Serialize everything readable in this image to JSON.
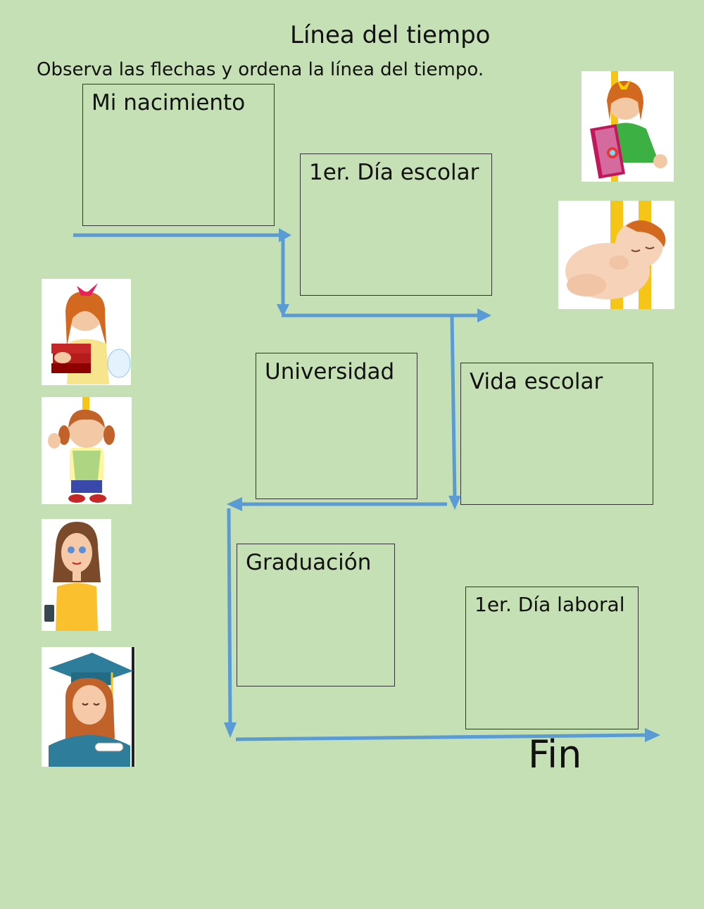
{
  "title": "Línea del tiempo",
  "instruction": "Observa las flechas y ordena la línea del tiempo.",
  "boxes": [
    {
      "label": "Mi nacimiento"
    },
    {
      "label": "1er. Día escolar"
    },
    {
      "label": "Universidad"
    },
    {
      "label": "Vida escolar"
    },
    {
      "label": "Graduación"
    },
    {
      "label": "1er. Día laboral"
    }
  ],
  "end_label": "Fin",
  "colors": {
    "background": "#c5e0b4",
    "arrow": "#5b9bd5",
    "box_border": "#333333"
  },
  "pictures": [
    {
      "name": "girl-reading-book"
    },
    {
      "name": "baby"
    },
    {
      "name": "girl-holding-books"
    },
    {
      "name": "toddler-girl-waving"
    },
    {
      "name": "young-woman-with-phone"
    },
    {
      "name": "graduate-girl"
    }
  ]
}
